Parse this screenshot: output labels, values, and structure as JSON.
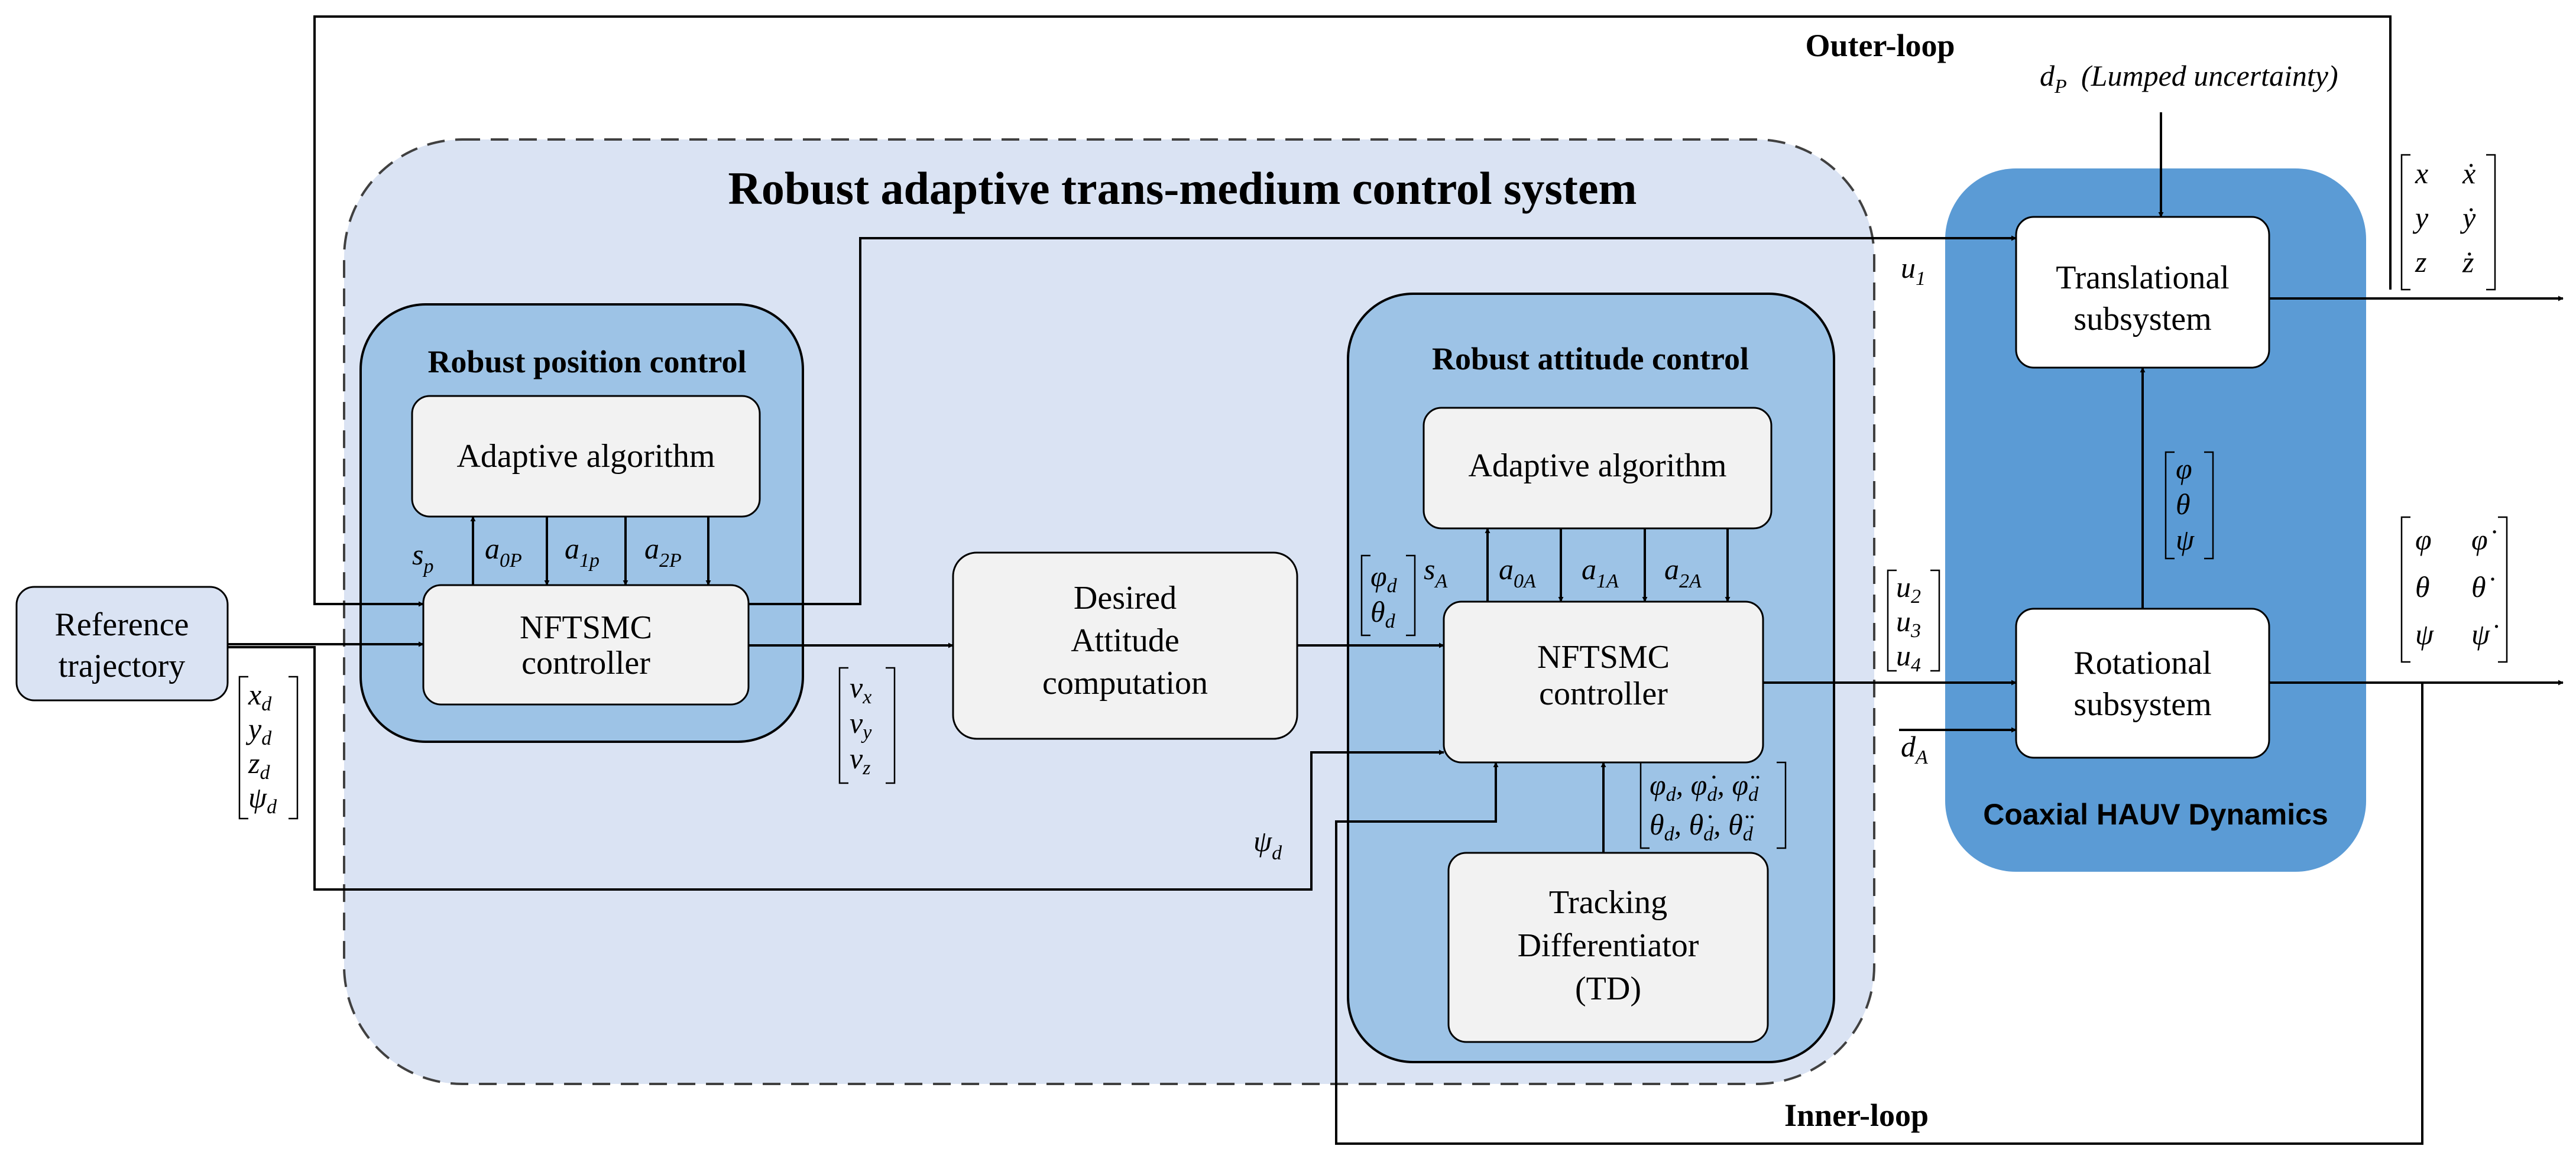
{
  "system_title": "Robust adaptive trans-medium control system",
  "outer_loop_label": "Outer-loop",
  "inner_loop_label": "Inner-loop",
  "reference": {
    "line1": "Reference",
    "line2": "trajectory"
  },
  "position_control": {
    "title": "Robust position control",
    "adaptive": "Adaptive algorithm",
    "controller_line1": "NFTSMC",
    "controller_line2": "controller",
    "signals": [
      "s",
      "a",
      "a",
      "a"
    ]
  },
  "desired_attitude": {
    "line1": "Desired",
    "line2": "Attitude",
    "line3": "computation"
  },
  "attitude_control": {
    "title": "Robust attitude control",
    "adaptive": "Adaptive algorithm",
    "controller_line1": "NFTSMC",
    "controller_line2": "controller"
  },
  "tracking_differentiator": {
    "line1": "Tracking",
    "line2": "Differentiator",
    "line3": "(TD)"
  },
  "dynamics": {
    "title": "Coaxial HAUV Dynamics",
    "translational_line1": "Translational",
    "translational_line2": "subsystem",
    "rotational_line1": "Rotational",
    "rotational_line2": "subsystem"
  },
  "uncertainty_label": "(Lumped uncertainty)",
  "colors": {
    "outer_panel": "#dae3f3",
    "sub_panel": "#9dc3e6",
    "dynamics_panel": "#5b9bd5",
    "block_fill": "#f2f2f2",
    "reference_fill": "#dae3f3"
  }
}
